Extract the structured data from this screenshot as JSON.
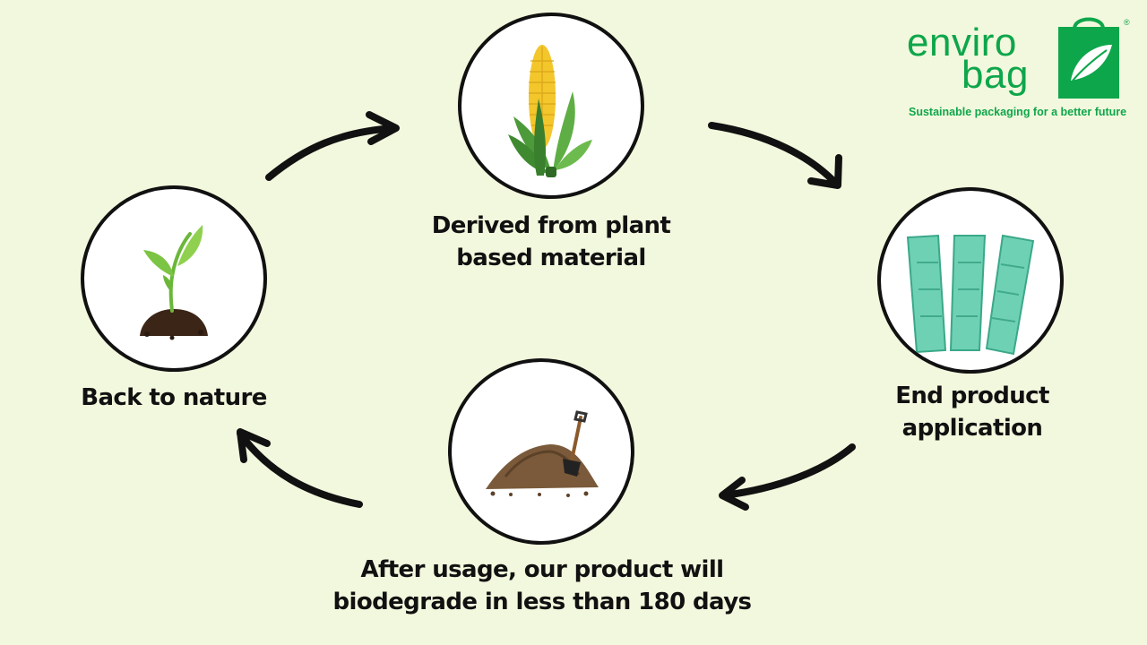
{
  "brand": {
    "word1": "enviro",
    "word2": "bag",
    "registered": "®",
    "tagline": "Sustainable packaging for a better future",
    "color": "#0ea64b"
  },
  "cycle": [
    {
      "icon": "corn-icon",
      "label_lines": [
        "Derived from plant",
        "based material"
      ]
    },
    {
      "icon": "bags-icon",
      "label_lines": [
        "End product",
        "application"
      ]
    },
    {
      "icon": "soil-shovel-icon",
      "label_lines": [
        "After usage, our product will",
        "biodegrade in less than 180 days"
      ]
    },
    {
      "icon": "sprout-icon",
      "label_lines": [
        "Back to nature"
      ]
    }
  ],
  "colors": {
    "background": "#f2f8dd",
    "arrow": "#111111"
  }
}
